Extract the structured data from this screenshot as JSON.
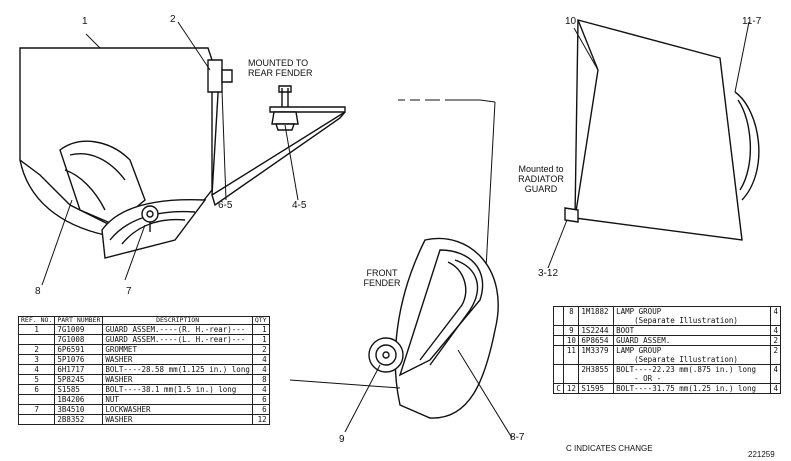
{
  "callouts": {
    "c1": "1",
    "c2": "2",
    "c6_5": "6-5",
    "c4_5": "4-5",
    "c8": "8",
    "c7": "7",
    "c10": "10",
    "c11_7": "11-7",
    "c3_12": "3-12",
    "c9": "9",
    "c8_7": "8-7"
  },
  "notes": {
    "rear_fender": [
      "MOUNTED TO",
      "REAR FENDER"
    ],
    "radiator_guard": [
      "Mounted to",
      "RADIATOR",
      "GUARD"
    ],
    "front_fender": [
      "FRONT",
      "FENDER"
    ]
  },
  "left_table": {
    "headers": [
      "REF. NO.",
      "PART NUMBER",
      "DESCRIPTION",
      "QTY"
    ],
    "rows": [
      {
        "ref": "1",
        "part": "7G1009",
        "desc": "GUARD ASSEM.----(R. H.-rear)---",
        "qty": "1"
      },
      {
        "ref": "",
        "part": "7G1008",
        "desc": "GUARD ASSEM.----(L. H.-rear)---",
        "qty": "1"
      },
      {
        "ref": "2",
        "part": "6P6591",
        "desc": "GROMMET",
        "qty": "2"
      },
      {
        "ref": "3",
        "part": "5P1076",
        "desc": "WASHER",
        "qty": "4"
      },
      {
        "ref": "4",
        "part": "6H1717",
        "desc": "BOLT----28.58 mm(1.125 in.) long",
        "qty": "4"
      },
      {
        "ref": "5",
        "part": "5P8245",
        "desc": "WASHER",
        "qty": "8"
      },
      {
        "ref": "6",
        "part": "S1585",
        "desc": "BOLT----38.1 mm(1.5 in.) long",
        "qty": "4"
      },
      {
        "ref": "",
        "part": "1B4206",
        "desc": "NUT",
        "qty": "6"
      },
      {
        "ref": "7",
        "part": "3B4510",
        "desc": "LOCKWASHER",
        "qty": "6"
      },
      {
        "ref": "",
        "part": "2B8352",
        "desc": "WASHER",
        "qty": "12"
      }
    ]
  },
  "right_table": {
    "rows": [
      {
        "c": "",
        "ref": "8",
        "part": "1M1882",
        "desc": "LAMP GROUP",
        "desc2": "(Separate Illustration)",
        "qty": "4"
      },
      {
        "c": "",
        "ref": "9",
        "part": "1S2244",
        "desc": "BOOT",
        "desc2": "",
        "qty": "4"
      },
      {
        "c": "",
        "ref": "10",
        "part": "6P8654",
        "desc": "GUARD ASSEM.",
        "desc2": "",
        "qty": "2"
      },
      {
        "c": "",
        "ref": "11",
        "part": "1M3379",
        "desc": "LAMP GROUP",
        "desc2": "(Separate Illustration)",
        "qty": "2"
      },
      {
        "c": "",
        "ref": "",
        "part": "2H3855",
        "desc": "BOLT----22.23 mm(.875 in.) long",
        "desc2": "- OR -",
        "qty": "4"
      },
      {
        "c": "C",
        "ref": "12",
        "part": "S1595",
        "desc": "BOLT----31.75 mm(1.25 in.) long",
        "desc2": "",
        "qty": "4"
      }
    ],
    "footer": "C INDICATES CHANGE",
    "figure_no": "221259"
  }
}
